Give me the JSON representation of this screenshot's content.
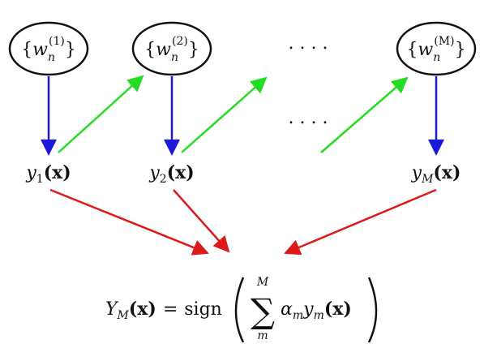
{
  "weights": [
    {
      "open": "{",
      "base": "w",
      "sub": "n",
      "sup": "(1)",
      "close": "}"
    },
    {
      "open": "{",
      "base": "w",
      "sub": "n",
      "sup": "(2)",
      "close": "}"
    },
    {
      "open": "{",
      "base": "w",
      "sub": "n",
      "sup": "(M)",
      "close": "}"
    }
  ],
  "classifiers": [
    {
      "base": "y",
      "sub": "1",
      "arg": "(x)"
    },
    {
      "base": "y",
      "sub": "2",
      "arg": "(x)"
    },
    {
      "base": "y",
      "sub": "M",
      "arg": "(x)"
    }
  ],
  "ellipsis": ". . . .",
  "final": {
    "lhs_base": "Y",
    "lhs_sub": "M",
    "lhs_arg": "(x)",
    "equals": "=",
    "func": "sign",
    "sum": "∑",
    "upper": "M",
    "lower": "m",
    "alpha": "α",
    "alpha_sub": "m",
    "y": "y",
    "y_sub": "m",
    "y_arg": "(x)"
  },
  "colors": {
    "weight_to_output": "#1a1adb",
    "output_to_next_weight": "#22dd22",
    "output_to_final": "#dd1a1a",
    "ellipse_stroke": "#111111"
  }
}
